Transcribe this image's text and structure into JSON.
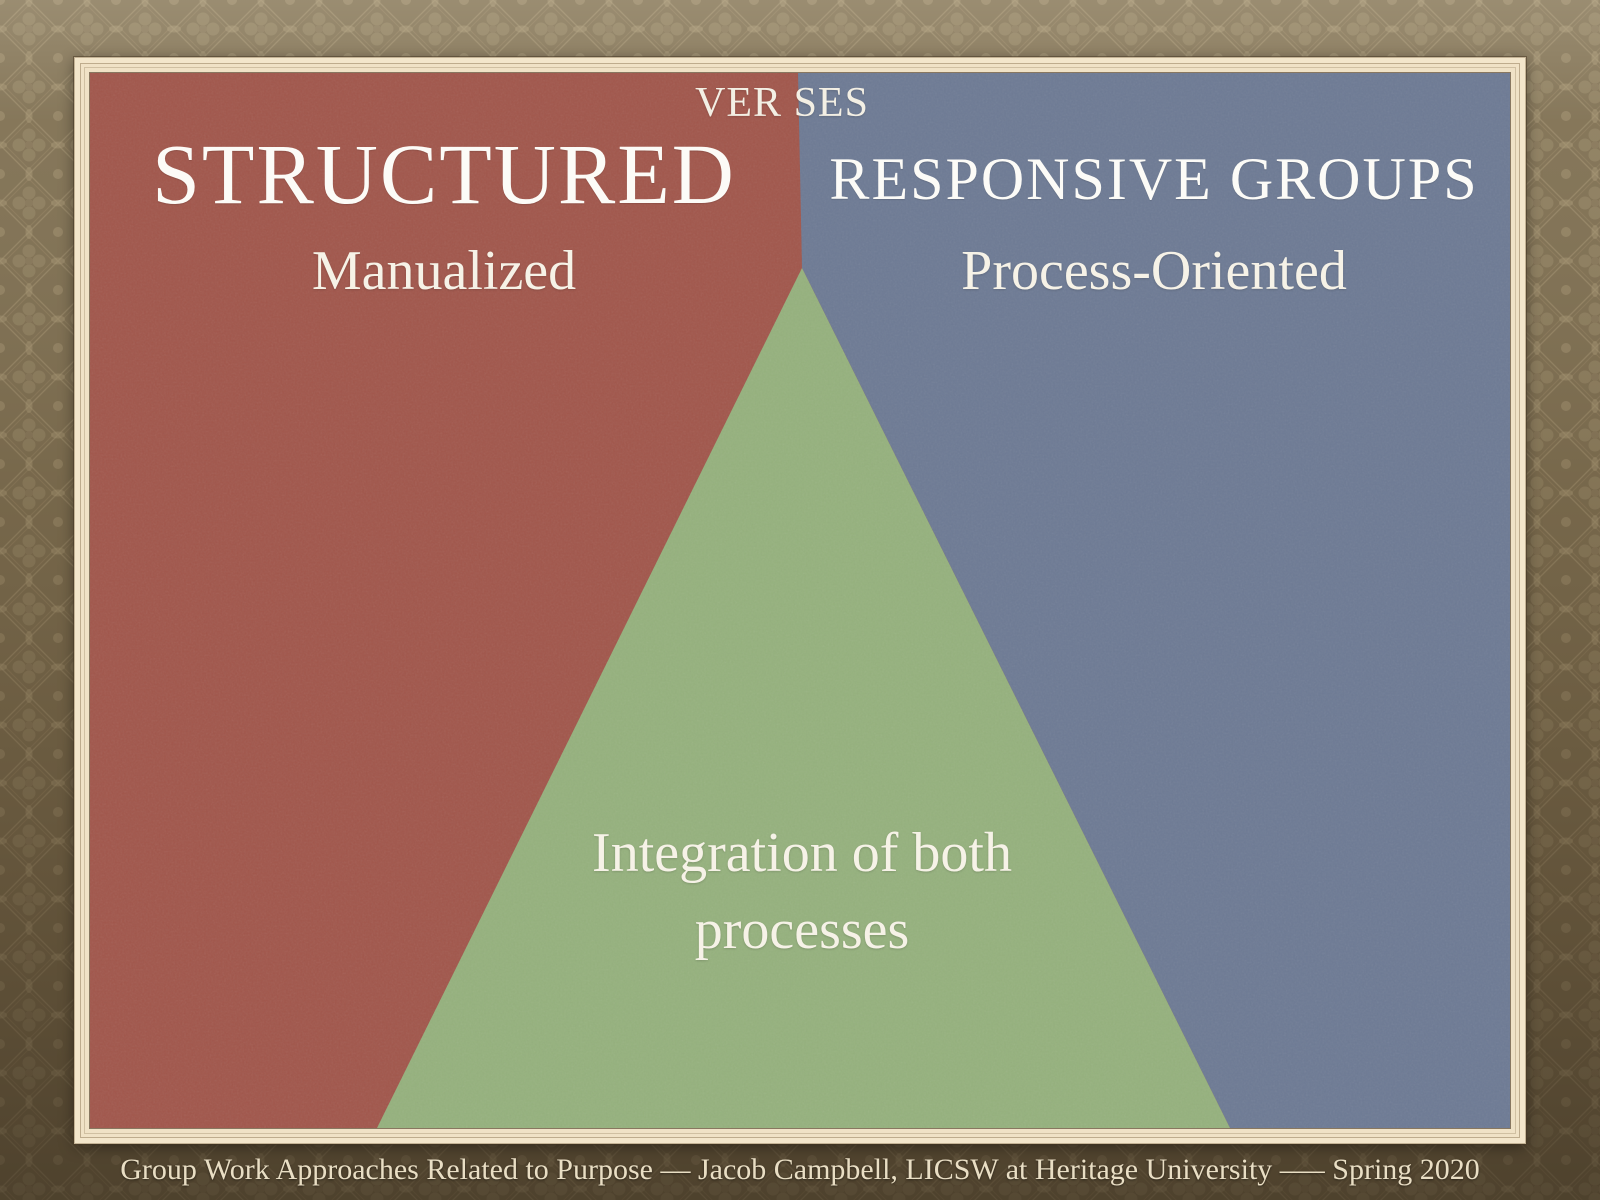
{
  "colors": {
    "structured_red": "#a1564b",
    "responsive_blue": "#6d7a94",
    "integration_green": "#95b17d",
    "frame_mat": "#f0e2c6",
    "wallpaper_base": "#7e6f52",
    "caption_text": "#e9dec4",
    "slide_text": "#f7f4ea"
  },
  "slide": {
    "versus_label": "VER SES",
    "left_section": {
      "title": "STRUCTURED",
      "subtitle": "Manualized"
    },
    "right_section": {
      "title": "RESPONSIVE GROUPS",
      "subtitle": "Process-Oriented"
    },
    "center_section": {
      "line1": "Integration of both",
      "line2": "processes"
    }
  },
  "footer": {
    "caption": "Group Work Approaches Related to Purpose — Jacob Campbell, LICSW at Heritage University —– Spring 2020"
  }
}
